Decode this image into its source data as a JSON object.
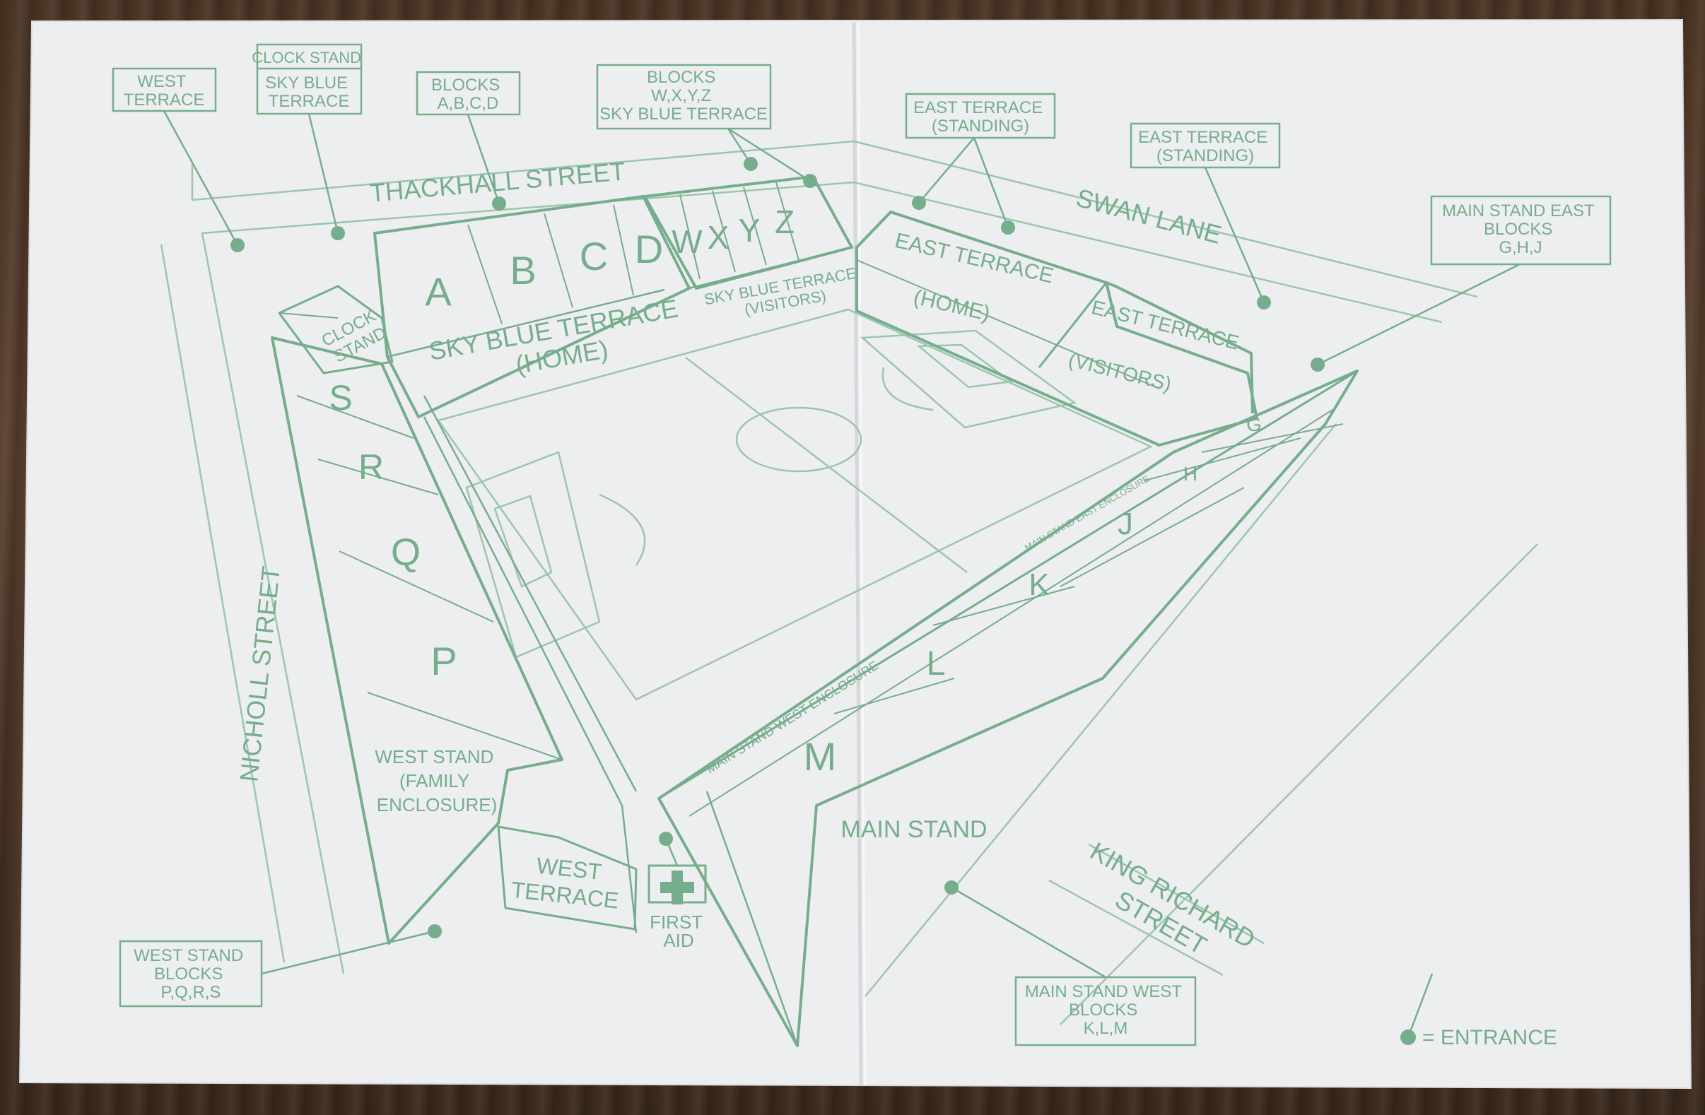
{
  "colors": {
    "ink": "#76ad8c",
    "ink_light": "#9cc6ac",
    "paper": "#edeeef",
    "wood": "#4a3525"
  },
  "callouts": {
    "west_terrace": [
      "WEST",
      "TERRACE"
    ],
    "clock_stand_sky_blue": [
      "CLOCK STAND",
      "SKY BLUE",
      "TERRACE"
    ],
    "blocks_abcd": [
      "BLOCKS",
      "A,B,C,D"
    ],
    "blocks_wxyz": [
      "BLOCKS",
      "W,X,Y,Z",
      "SKY BLUE TERRACE"
    ],
    "east_terrace_1": [
      "EAST TERRACE",
      "(STANDING)"
    ],
    "east_terrace_2": [
      "EAST TERRACE",
      "(STANDING)"
    ],
    "main_stand_east": [
      "MAIN STAND EAST",
      "BLOCKS",
      "G,H,J"
    ],
    "west_stand_blocks": [
      "WEST STAND",
      "BLOCKS",
      "P,Q,R,S"
    ],
    "main_stand_west": [
      "MAIN STAND WEST",
      "BLOCKS",
      "K,L,M"
    ]
  },
  "streets": {
    "thackhall": "THACKHALL STREET",
    "swan": "SWAN LANE",
    "nicholl": "NICHOLL STREET",
    "king_richard": [
      "KING RICHARD",
      "STREET"
    ]
  },
  "stands": {
    "clock_stand": [
      "CLOCK",
      "STAND"
    ],
    "sky_blue_home": [
      "SKY BLUE TERRACE",
      "(HOME)"
    ],
    "sky_blue_visitors": [
      "SKY BLUE TERRACE",
      "(VISITORS)"
    ],
    "east_terrace_home": [
      "EAST TERRACE",
      "(HOME)"
    ],
    "east_terrace_visitors": [
      "EAST TERRACE",
      "(VISITORS)"
    ],
    "west_stand_family": [
      "WEST STAND",
      "(FAMILY",
      "ENCLOSURE)"
    ],
    "west_terrace": [
      "WEST",
      "TERRACE"
    ],
    "main_stand": "MAIN STAND",
    "main_stand_east_enclosure": "MAIN STAND EAST ENCLOSURE",
    "main_stand_west_enclosure": "MAIN STAND WEST ENCLOSURE",
    "first_aid": [
      "FIRST",
      "AID"
    ]
  },
  "blocks": {
    "a": "A",
    "b": "B",
    "c": "C",
    "d": "D",
    "w": "W",
    "x": "X",
    "y": "Y",
    "z": "Z",
    "s": "S",
    "r": "R",
    "q": "Q",
    "p": "P",
    "g": "G",
    "h": "H",
    "j": "J",
    "k": "K",
    "l": "L",
    "m": "M"
  },
  "legend": {
    "entrance": "= ENTRANCE"
  }
}
